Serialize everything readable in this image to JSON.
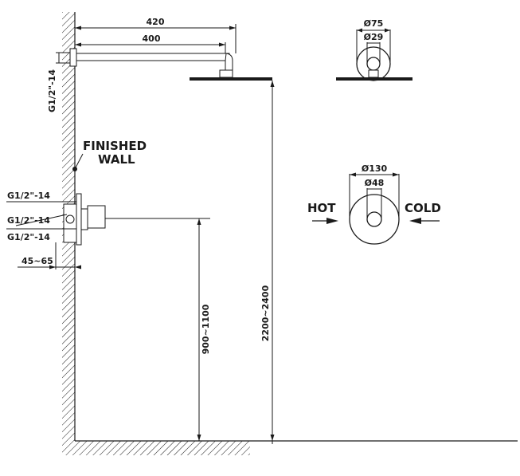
{
  "dimensions": {
    "arm_total_length": "420",
    "arm_length": "400",
    "inlet_thread_top": "G1/2\"-14",
    "height_range": "2200~2400",
    "valve_height_range": "900~1100",
    "rosette_diameter": "Ø75",
    "rosette_inner_diameter": "Ø29",
    "valve_plate_diameter": "Ø130",
    "valve_knob_diameter": "Ø48",
    "valve_thread_1": "G1/2\"-14",
    "valve_thread_2": "G1/2\"-14",
    "valve_thread_3": "G1/2\"-14",
    "wall_depth_range": "45~65"
  },
  "labels": {
    "finished_wall_line1": "FINISHED",
    "finished_wall_line2": "WALL",
    "hot": "HOT",
    "cold": "COLD"
  },
  "colors": {
    "line": "#1a1a1a",
    "background": "#ffffff"
  }
}
